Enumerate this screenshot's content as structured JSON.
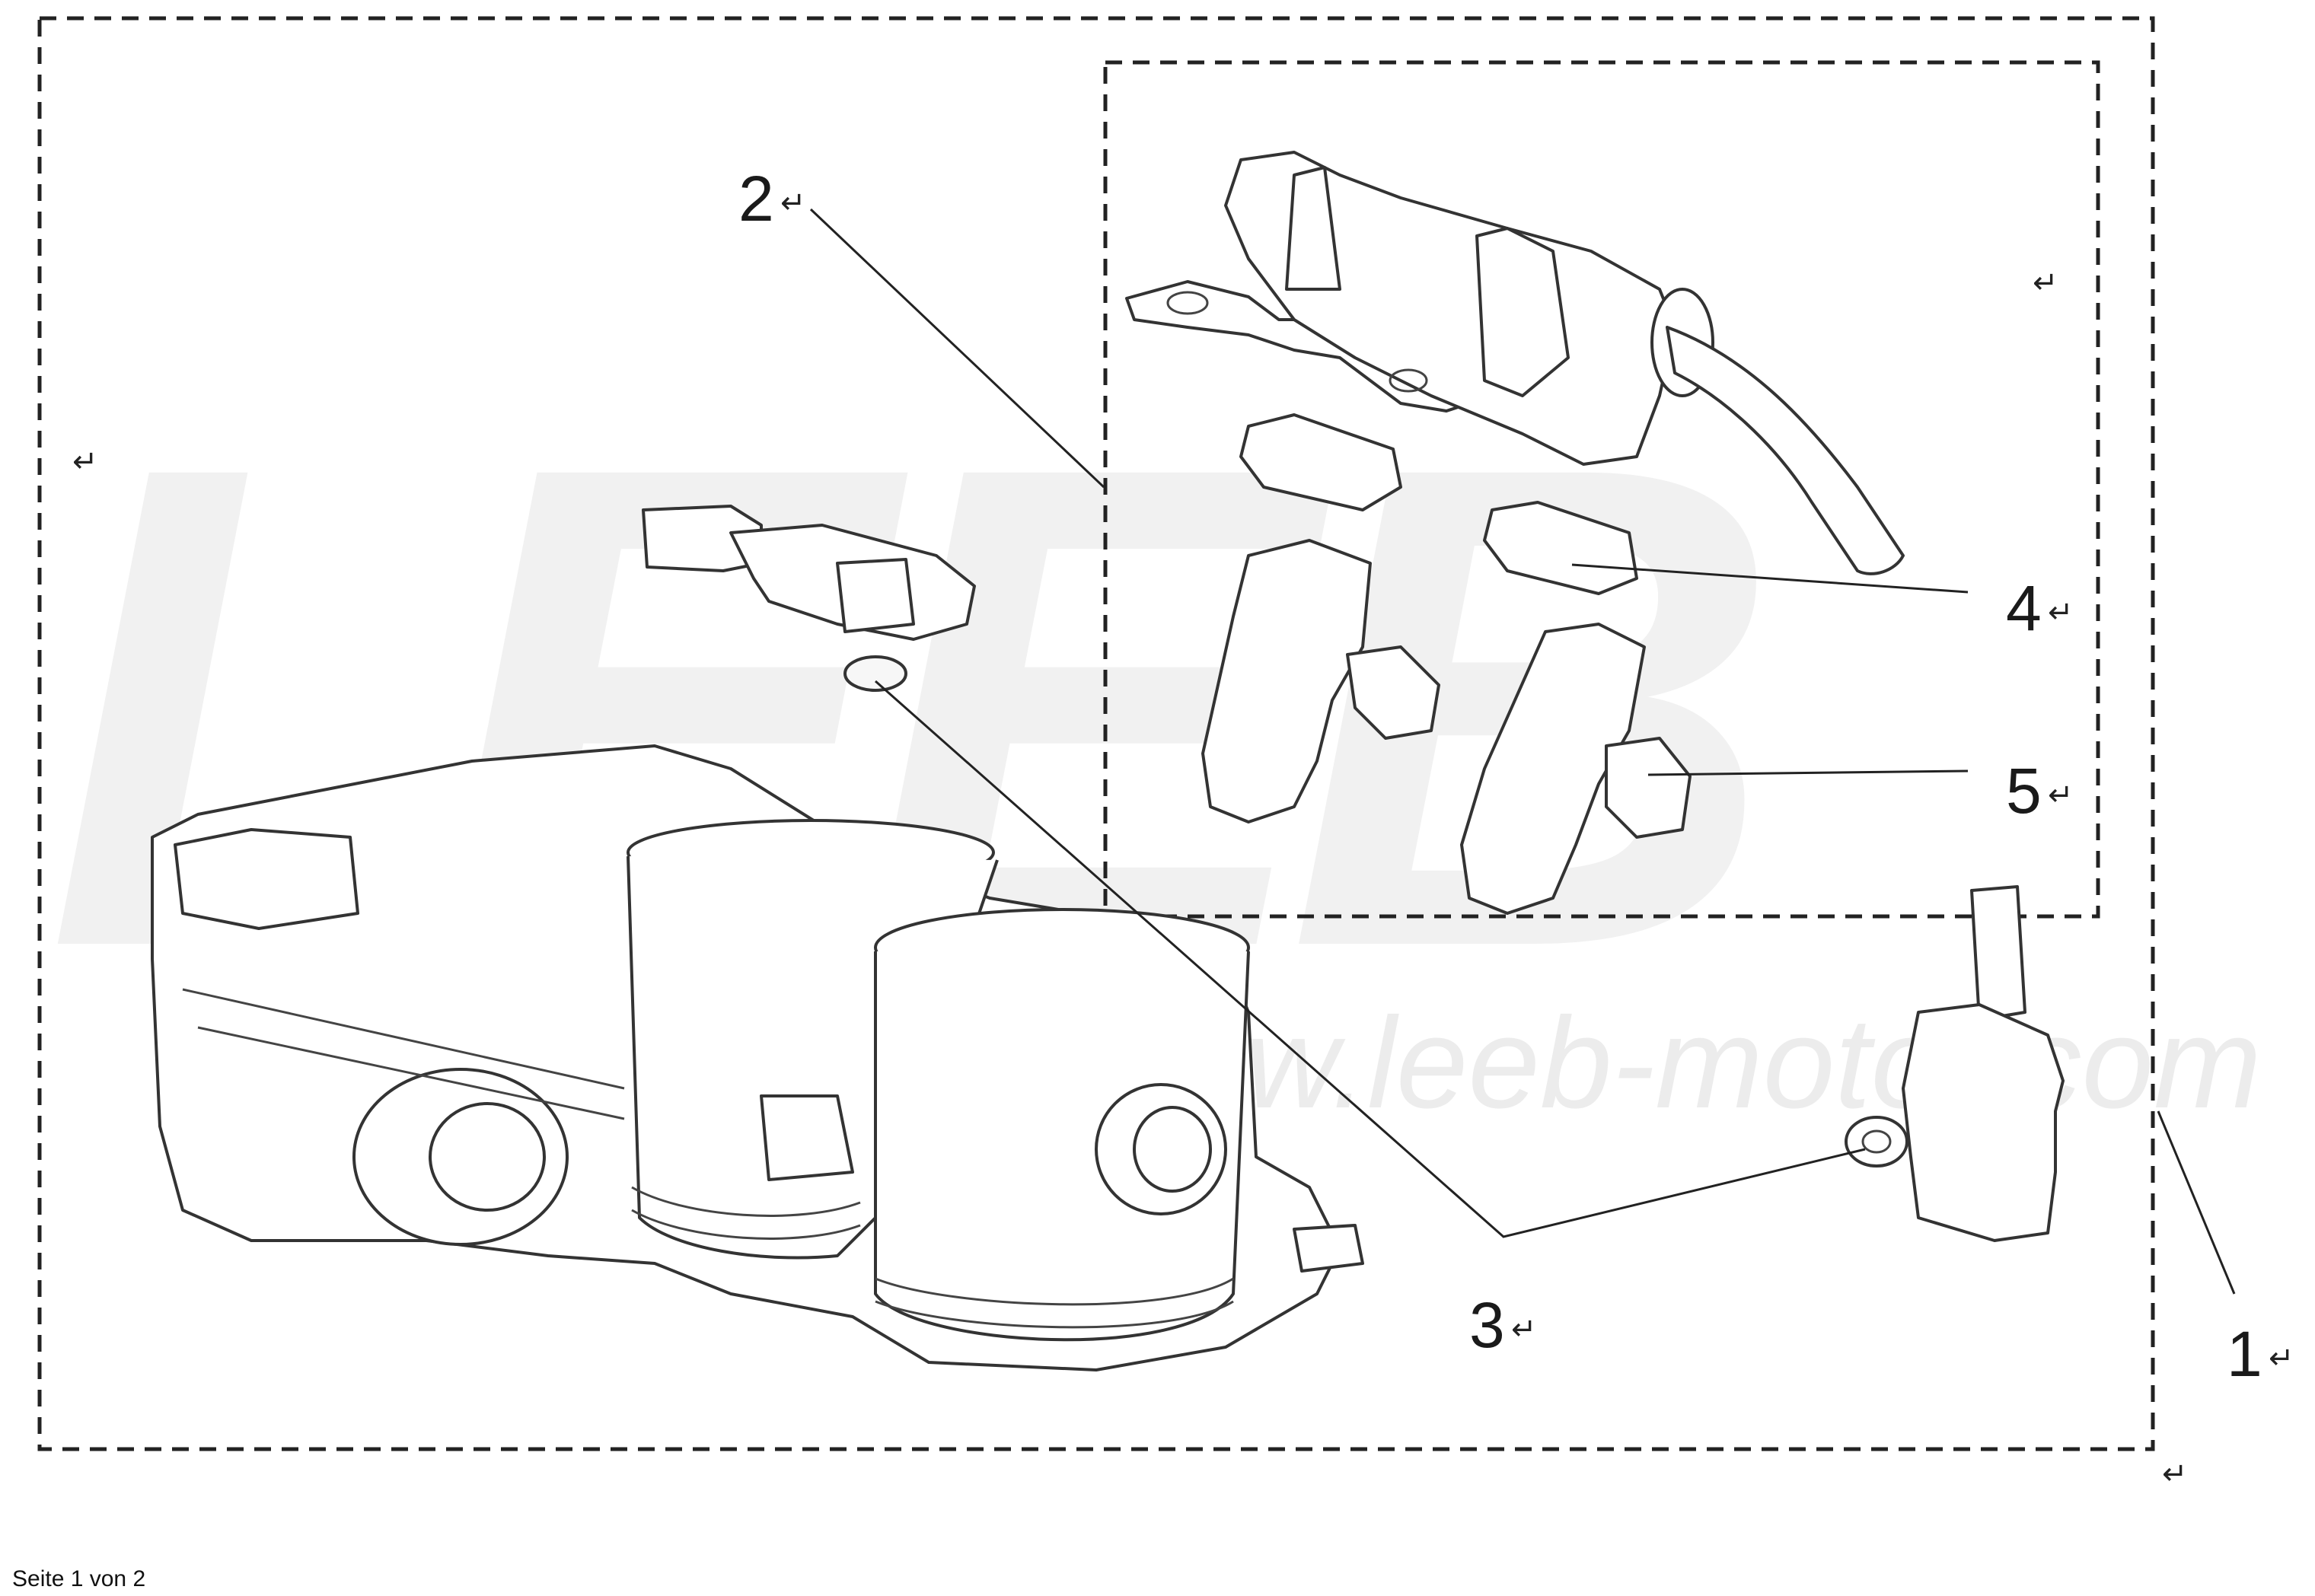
{
  "watermark": {
    "brand": "LEEB",
    "url": "www.leeb-motor.com"
  },
  "return_mark": "↵",
  "callouts": [
    {
      "id": "1",
      "label": "1"
    },
    {
      "id": "2",
      "label": "2"
    },
    {
      "id": "3",
      "label": "3"
    },
    {
      "id": "4",
      "label": "4"
    },
    {
      "id": "5",
      "label": "5"
    }
  ],
  "footer": {
    "page_text": "Seite 1 von 2"
  }
}
